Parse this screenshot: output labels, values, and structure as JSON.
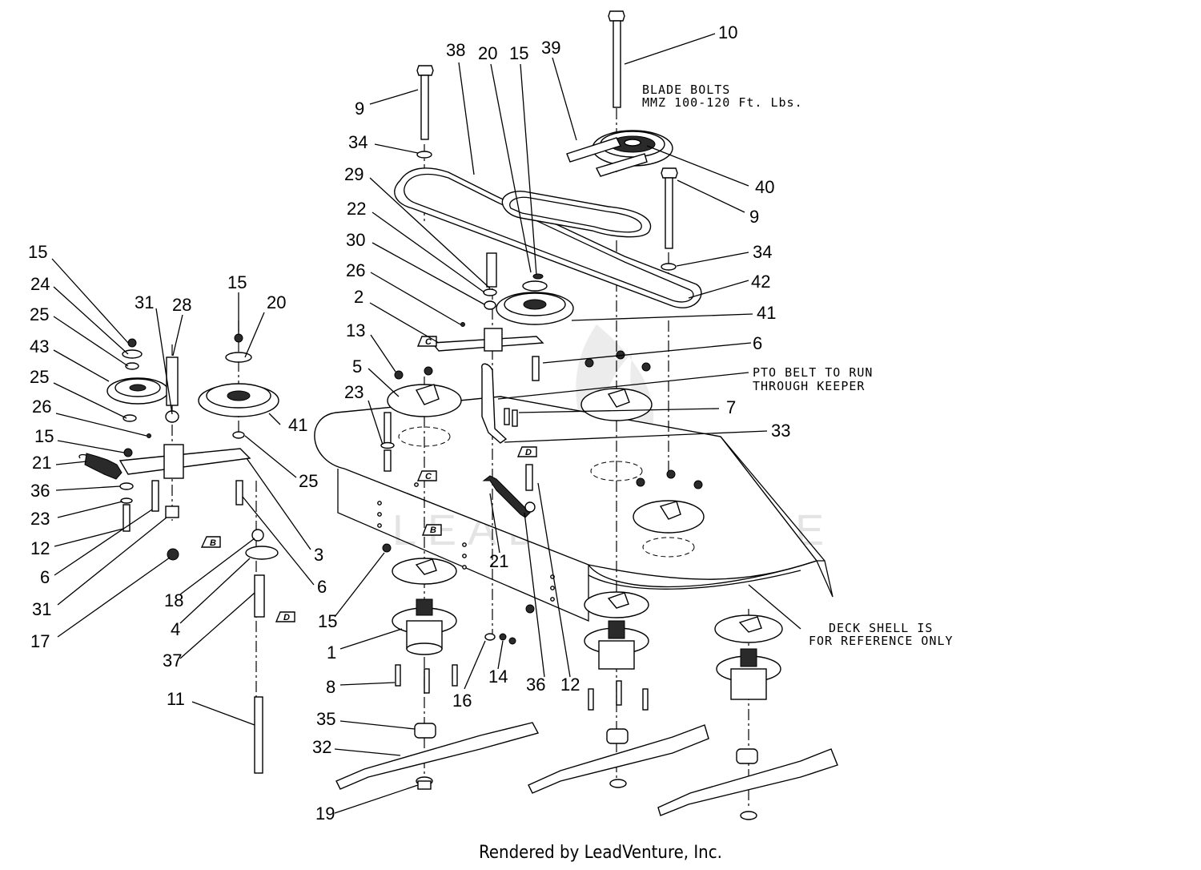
{
  "callouts": [
    "10",
    "38",
    "20",
    "15",
    "39",
    "9",
    "34",
    "29",
    "40",
    "9",
    "22",
    "34",
    "30",
    "42",
    "26",
    "41",
    "2",
    "6",
    "13",
    "5",
    "23",
    "7",
    "33",
    "15",
    "24",
    "25",
    "43",
    "25",
    "26",
    "15",
    "21",
    "36",
    "23",
    "12",
    "6",
    "31",
    "17",
    "31",
    "28",
    "15",
    "20",
    "41",
    "25",
    "3",
    "6",
    "18",
    "4",
    "37",
    "11",
    "15",
    "1",
    "8",
    "16",
    "14",
    "21",
    "36",
    "12",
    "35",
    "32",
    "19"
  ],
  "notes": {
    "blade_bolts_line1": "BLADE BOLTS",
    "blade_bolts_line2": "MMZ 100-120 Ft. Lbs.",
    "pto_line1": "PTO BELT TO RUN",
    "pto_line2": "THROUGH KEEPER",
    "deck_line1": "DECK SHELL IS",
    "deck_line2": "FOR REFERENCE ONLY"
  },
  "reference_tags": [
    "B",
    "C",
    "C",
    "D",
    "D",
    "B"
  ],
  "watermark": "LEADVENTURE",
  "footer": "Rendered by LeadVenture, Inc."
}
